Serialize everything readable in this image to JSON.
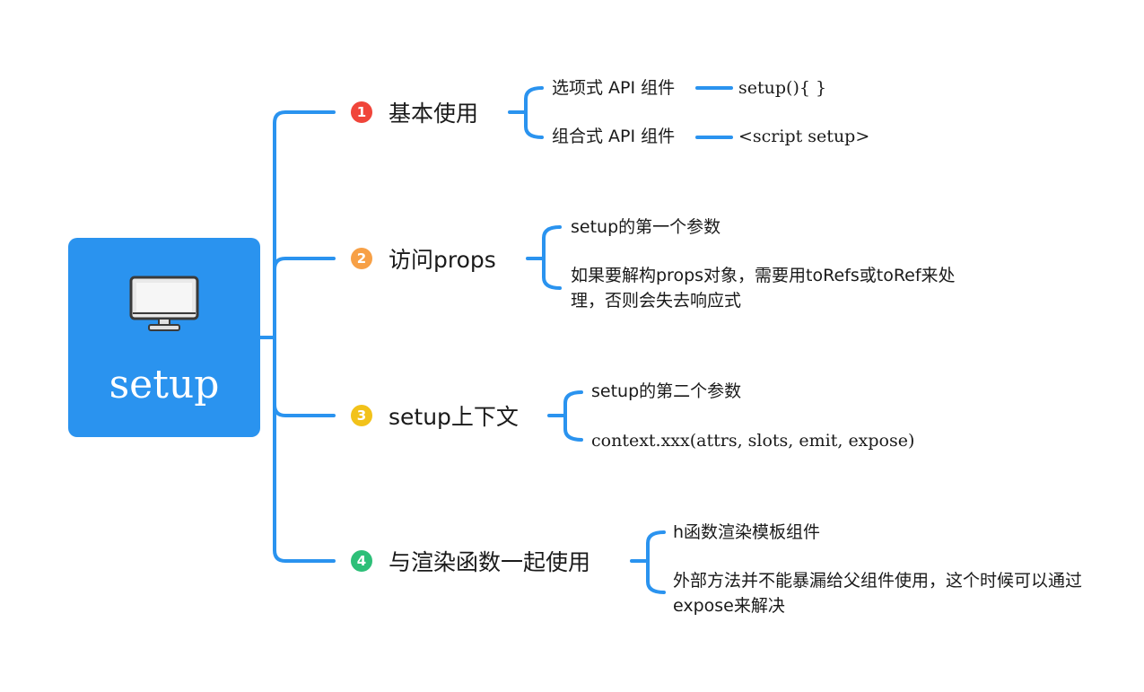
{
  "root": {
    "title": "setup",
    "icon": "monitor-icon",
    "color": "#2a93ef"
  },
  "line_color": "#2a93ef",
  "branches": [
    {
      "number": "1",
      "badge_color": "#f0453a",
      "label": "基本使用",
      "leaves": [
        {
          "text": "选项式 API 组件",
          "value": "setup(){ }"
        },
        {
          "text": "组合式 API 组件",
          "value": "<script setup>"
        }
      ]
    },
    {
      "number": "2",
      "badge_color": "#f7a046",
      "label": "访问props",
      "leaves": [
        {
          "text": "setup的第一个参数"
        },
        {
          "text": "如果要解构props对象，需要用toRefs或toRef来处理，否则会失去响应式"
        }
      ]
    },
    {
      "number": "3",
      "badge_color": "#f2c21a",
      "label": "setup上下文",
      "leaves": [
        {
          "text": "setup的第二个参数"
        },
        {
          "text": "context.xxx(attrs, slots, emit, expose)"
        }
      ]
    },
    {
      "number": "4",
      "badge_color": "#2dbf78",
      "label": "与渲染函数一起使用",
      "leaves": [
        {
          "text": "h函数渲染模板组件"
        },
        {
          "text": "外部方法并不能暴漏给父组件使用，这个时候可以通过expose来解决"
        }
      ]
    }
  ]
}
